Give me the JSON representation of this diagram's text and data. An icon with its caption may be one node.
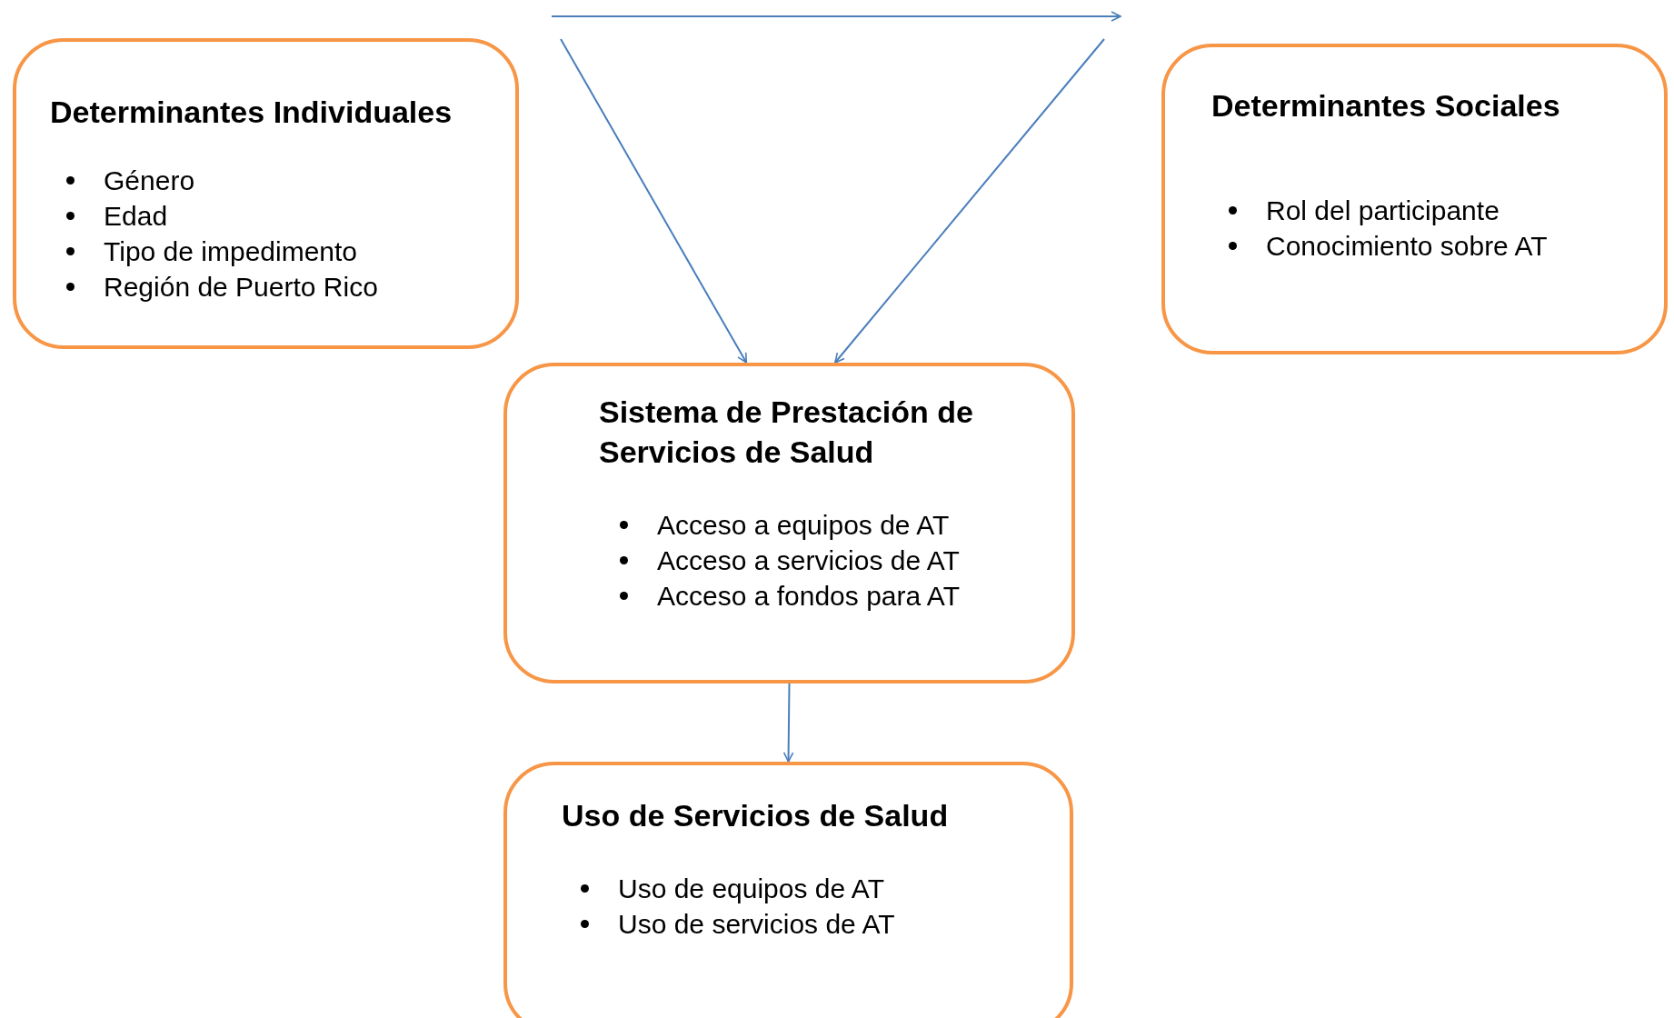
{
  "diagram": {
    "nodes": [
      {
        "text": [
          "Determinantes Individuales",
          "Género",
          "Edad",
          "Tipo de impedimento",
          "Región de Puerto Rico"
        ]
      },
      {
        "text": [
          "Determinantes Sociales",
          "Rol del participante",
          "Conocimiento sobre AT"
        ]
      },
      {
        "text": [
          "Sistema de Prestación de Servicios de Salud",
          "Acceso a equipos de AT",
          "Acceso a servicios de AT",
          "Acceso a fondos para AT"
        ]
      },
      {
        "text": [
          "Uso de Servicios de Salud",
          "Uso de equipos de AT",
          "Uso de servicios de AT"
        ]
      }
    ],
    "edges": [
      {
        "from": null,
        "to": 2,
        "arrow": "to"
      },
      {
        "from": null,
        "to": 2,
        "arrow": "to"
      },
      {
        "from": 2,
        "to": 3,
        "arrow": "to"
      }
    ]
  }
}
